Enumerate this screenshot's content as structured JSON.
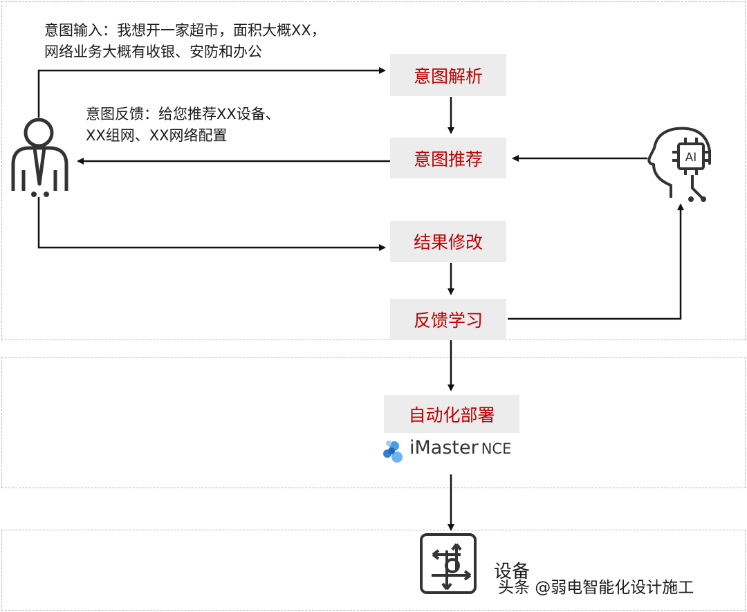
{
  "notes": {
    "intent_input_line1": "意图输入：我想开一家超市，面积大概XX，",
    "intent_input_line2": "网络业务大概有收银、安防和办公",
    "intent_feedback_line1": "意图反馈：给您推荐XX设备、",
    "intent_feedback_line2": "XX组网、XX网络配置"
  },
  "steps": {
    "intent_parse": "意图解析",
    "intent_recommend": "意图推荐",
    "result_modify": "结果修改",
    "feedback_learn": "反馈学习",
    "auto_deploy": "自动化部署"
  },
  "ai_icon_text": "AI",
  "logo": {
    "main": "iMaster",
    "suffix": "NCE"
  },
  "device_label": "设备",
  "watermark": "头条 @弱电智能化设计施工",
  "colors": {
    "step_text": "#c00000",
    "step_bg": "#ececec",
    "logo_blue": "#2f7fd6",
    "line": "#111111"
  },
  "icons": [
    "user-icon",
    "ai-head-icon",
    "imaster-logo-icon",
    "device-icon"
  ]
}
